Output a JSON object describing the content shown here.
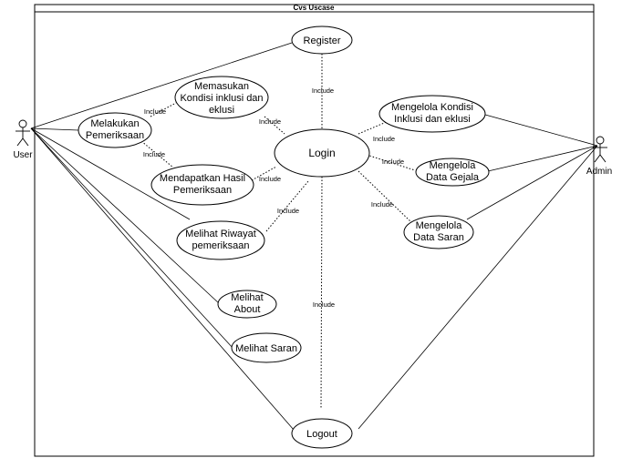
{
  "system": {
    "title": "Cvs Uscase"
  },
  "actors": {
    "user": "User",
    "admin": "Admin"
  },
  "use_cases": {
    "register": [
      "Register"
    ],
    "login": [
      "Login"
    ],
    "logout": [
      "Logout"
    ],
    "memasukan": [
      "Memasukan",
      "Kondisi inklusi dan",
      "eklusi"
    ],
    "melakukan": [
      "Melakukan",
      "Pemeriksaan"
    ],
    "mendapatkan": [
      "Mendapatkan Hasil",
      "Pemeriksaan"
    ],
    "riwayat": [
      "Melihat Riwayat",
      "pemeriksaan"
    ],
    "about": [
      "Melihat",
      "About"
    ],
    "saran": [
      "Melihat Saran"
    ],
    "kelola_kondisi": [
      "Mengelola Kondisi",
      "Inklusi dan eklusi"
    ],
    "kelola_gejala": [
      "Mengelola",
      "Data Gejala"
    ],
    "kelola_saran": [
      "Mengelola",
      "Data Saran"
    ]
  },
  "relation_label": "Include"
}
